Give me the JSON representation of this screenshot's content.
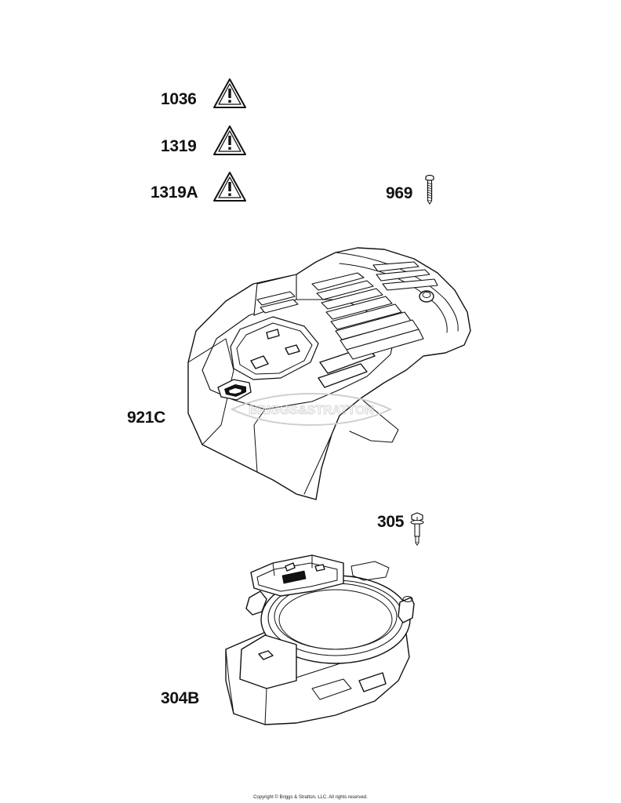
{
  "parts": {
    "p1036": {
      "label": "1036",
      "icon": "warning-triangle-icon"
    },
    "p1319": {
      "label": "1319",
      "icon": "warning-triangle-icon"
    },
    "p1319a": {
      "label": "1319A",
      "icon": "warning-triangle-icon"
    },
    "p969": {
      "label": "969",
      "icon": "screw-icon"
    },
    "p921c": {
      "label": "921C",
      "icon": "blower-housing-cover"
    },
    "p305": {
      "label": "305",
      "icon": "bolt-icon"
    },
    "p304b": {
      "label": "304B",
      "icon": "blower-housing-base"
    }
  },
  "watermark": {
    "text": "BRIGGS&STRATTON"
  },
  "footer": {
    "copyright": "Copyright © Briggs & Stratton, LLC. All rights reserved."
  },
  "colors": {
    "line": "#111111",
    "background": "#ffffff"
  }
}
